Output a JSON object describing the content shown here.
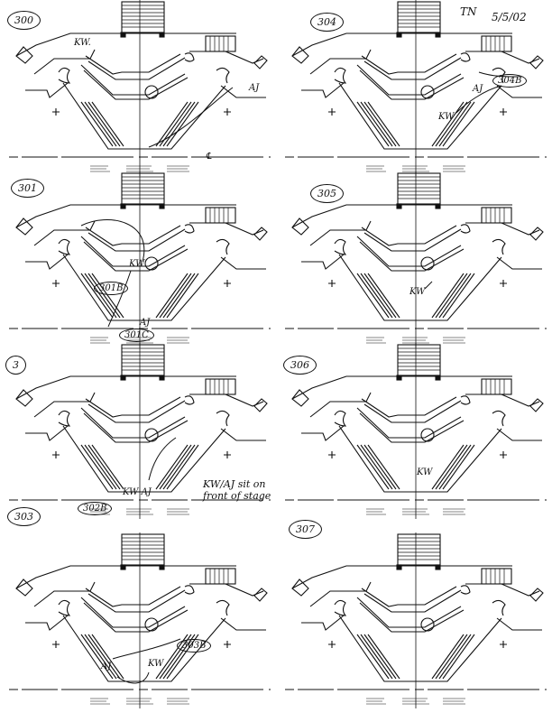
{
  "header": {
    "initials": "TN",
    "date": "5/5/02"
  },
  "panels": [
    {
      "label": "300",
      "annotations": [
        "KW.",
        "AJ"
      ]
    },
    {
      "label": "301",
      "annotations": [
        "KW",
        "301B",
        "AJ",
        "301C"
      ]
    },
    {
      "label": "3",
      "annotations": [
        "KW AJ",
        "302B",
        "KW/AJ sit on front of stage"
      ]
    },
    {
      "label": "303",
      "annotations": [
        "AJ",
        "KW",
        "303B"
      ]
    },
    {
      "label": "304",
      "annotations": [
        "AJ",
        "304B",
        "KW"
      ]
    },
    {
      "label": "305",
      "annotations": [
        "KW"
      ]
    },
    {
      "label": "306",
      "annotations": [
        "KW"
      ]
    },
    {
      "label": "307",
      "annotations": []
    }
  ],
  "centerline_mark": "℄"
}
